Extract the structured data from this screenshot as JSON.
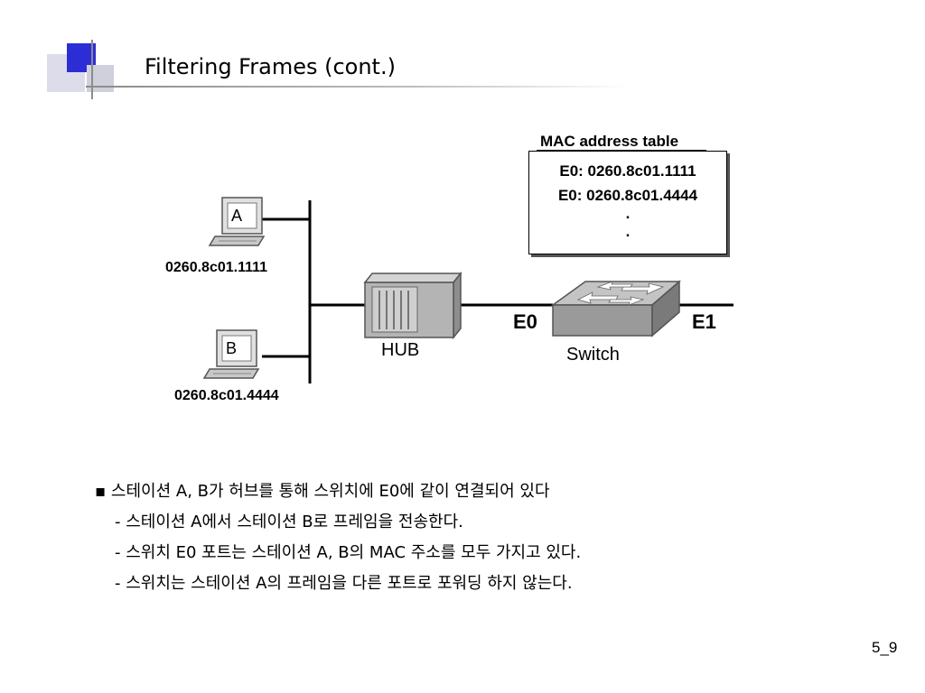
{
  "slide": {
    "title": "Filtering Frames (cont.)",
    "page_number": "5_9"
  },
  "mac_table": {
    "heading": "MAC address table",
    "rows": [
      "E0:  0260.8c01.1111",
      "E0:  0260.8c01.4444",
      ".",
      "."
    ]
  },
  "hosts": {
    "a": {
      "label": "A",
      "address": "0260.8c01.1111"
    },
    "b": {
      "label": "B",
      "address": "0260.8c01.4444"
    }
  },
  "devices": {
    "hub_label": "HUB",
    "switch_label": "Switch",
    "port_e0": "E0",
    "port_e1": "E1"
  },
  "bullets": {
    "main": "▪ 스테이션 A, B가 허브를 통해 스위치에 E0에 같이 연결되어 있다",
    "subs": [
      "- 스테이션 A에서 스테이션 B로 프레임을 전송한다.",
      "- 스위치 E0 포트는 스테이션 A, B의 MAC 주소를 모두 가지고 있다.",
      "- 스위치는 스테이션 A의 프레임을 다른 포트로 포워딩 하지 않는다."
    ]
  },
  "colors": {
    "accent_blue": "#2d2dd6",
    "decor_gray": "#c8c8d8",
    "device_gray": "#b4b4b4"
  }
}
